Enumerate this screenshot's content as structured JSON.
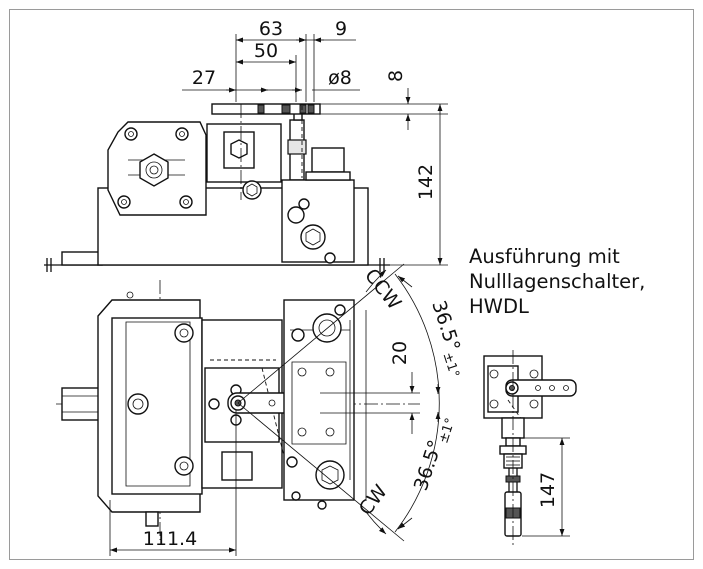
{
  "dimensions": {
    "d63": "63",
    "d9": "9",
    "d50": "50",
    "d27": "27",
    "d8dia": "ø8",
    "d8": "8",
    "d142": "142",
    "d20": "20",
    "d111_4": "111.4",
    "d147": "147"
  },
  "angles": {
    "upper_value": "36.5°",
    "upper_tol": "±1°",
    "lower_value": "36.5°",
    "lower_tol": "±1°",
    "ccw": "CCW",
    "cw": "CW"
  },
  "note": {
    "line1": "Ausführung mit",
    "line2": "Nulllagenschalter,",
    "line3": "HWDL"
  }
}
